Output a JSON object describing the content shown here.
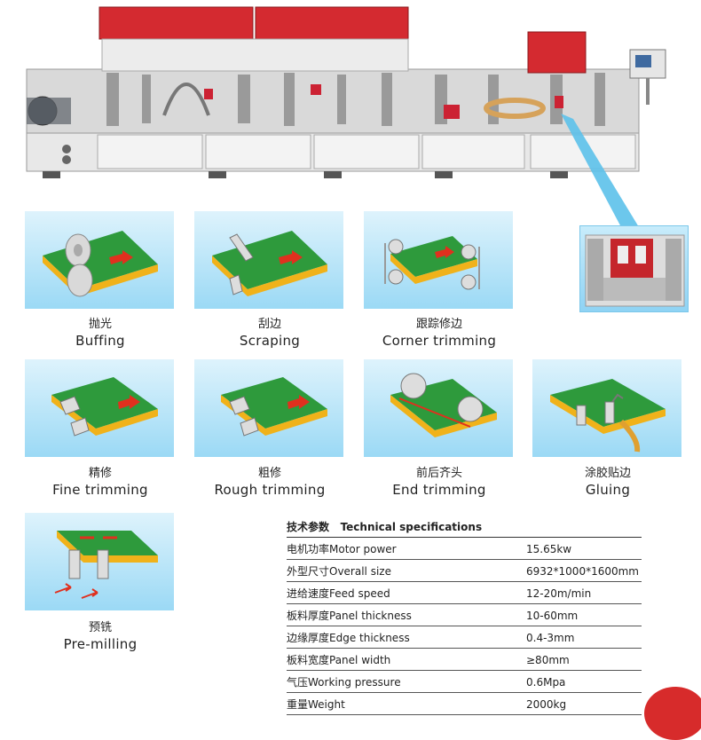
{
  "processes": [
    {
      "zh": "抛光",
      "en": "Buffing",
      "icon": "buffing-diagram"
    },
    {
      "zh": "刮边",
      "en": "Scraping",
      "icon": "scraping-diagram"
    },
    {
      "zh": "跟踪修边",
      "en": "Corner trimming",
      "icon": "corner-trimming-diagram"
    },
    {
      "zh": "精修",
      "en": "Fine trimming",
      "icon": "fine-trimming-diagram"
    },
    {
      "zh": "粗修",
      "en": "Rough trimming",
      "icon": "rough-trimming-diagram"
    },
    {
      "zh": "前后齐头",
      "en": "End trimming",
      "icon": "end-trimming-diagram"
    },
    {
      "zh": "涂胶贴边",
      "en": "Gluing",
      "icon": "gluing-diagram"
    },
    {
      "zh": "预铣",
      "en": "Pre-milling",
      "icon": "pre-milling-diagram"
    }
  ],
  "specs": {
    "title_zh": "技术参数",
    "title_en": "Technical specifications",
    "rows": [
      {
        "label": "电机功率Motor power",
        "value": "15.65kw"
      },
      {
        "label": "外型尺寸Overall size",
        "value": "6932*1000*1600mm"
      },
      {
        "label": "进给速度Feed speed",
        "value": "12-20m/min"
      },
      {
        "label": "板料厚度Panel thickness",
        "value": "10-60mm"
      },
      {
        "label": "边缘厚度Edge thickness",
        "value": "0.4-3mm"
      },
      {
        "label": "板料宽度Panel width",
        "value": "≥80mm"
      },
      {
        "label": "气压Working pressure",
        "value": "0.6Mpa"
      },
      {
        "label": "重量Weight",
        "value": "2000kg"
      }
    ]
  },
  "colors": {
    "board_top": "#2e9a3c",
    "board_edge": "#f0b21a",
    "arrow": "#e0301e",
    "machine_red": "#d42a30",
    "card_bg": "#a5dcf5"
  }
}
